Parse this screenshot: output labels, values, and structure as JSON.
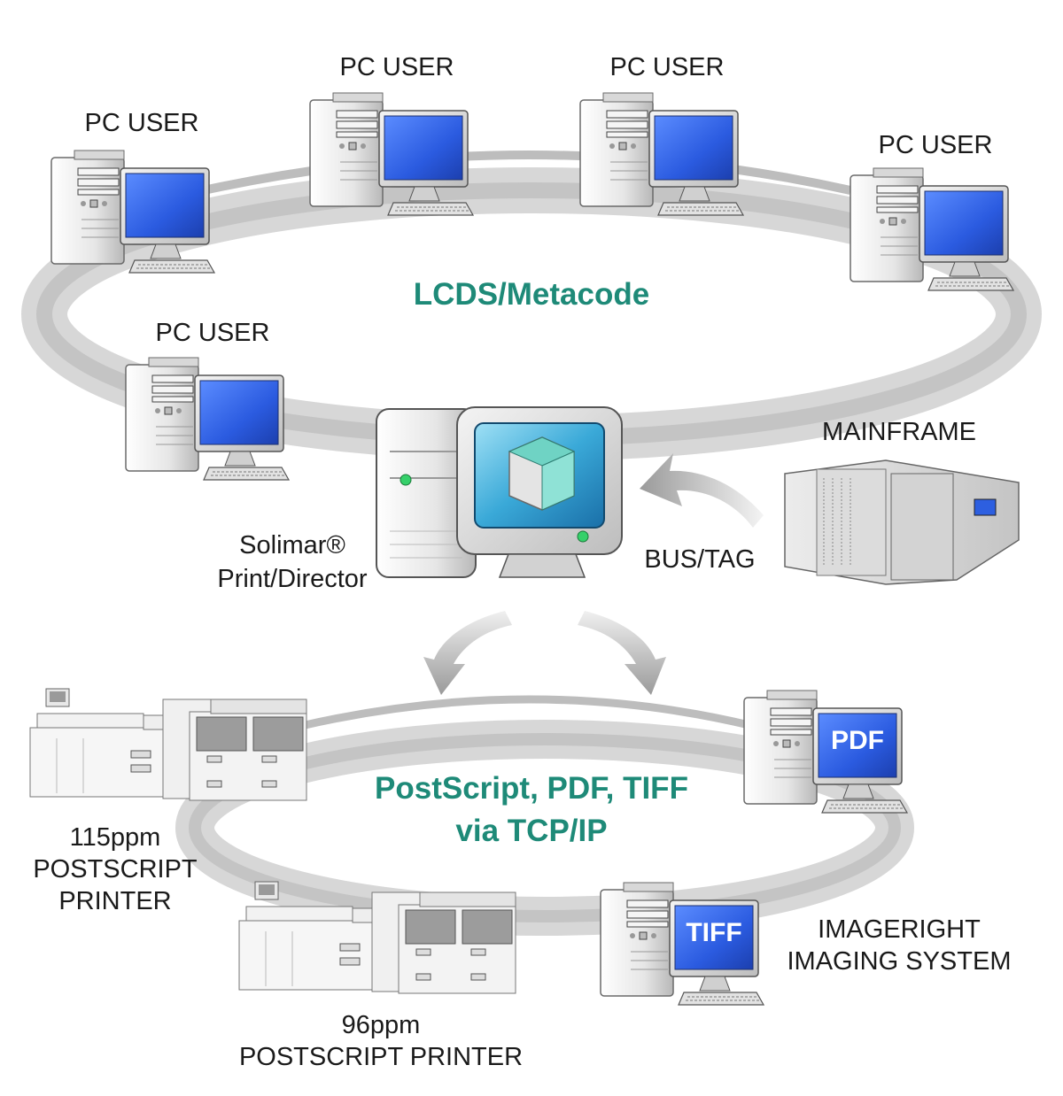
{
  "networks": {
    "top": "LCDS/Metacode",
    "bottom_line1": "PostScript, PDF, TIFF",
    "bottom_line2": "via TCP/IP"
  },
  "pc_users": [
    {
      "label": "PC USER"
    },
    {
      "label": "PC USER"
    },
    {
      "label": "PC USER"
    },
    {
      "label": "PC USER"
    },
    {
      "label": "PC USER"
    }
  ],
  "server": {
    "line1": "Solimar®",
    "line2": "Print/Director"
  },
  "mainframe": {
    "label": "MAINFRAME",
    "link": "BUS/TAG"
  },
  "printer_115": {
    "line1": "115ppm",
    "line2": "POSTSCRIPT",
    "line3": "PRINTER"
  },
  "printer_96": {
    "line1": "96ppm",
    "line2": "POSTSCRIPT PRINTER"
  },
  "imaging": {
    "line1": "IMAGERIGHT",
    "line2": "IMAGING SYSTEM"
  },
  "screens": {
    "pdf": "PDF",
    "tiff": "TIFF"
  },
  "colors": {
    "network_text": "#1e8a78",
    "ring": "#c9c9c9",
    "screen_blue": "#2d5fe0"
  },
  "icons": [
    "pc-icon",
    "server-icon",
    "mainframe-icon",
    "printer-icon",
    "arrow-icon"
  ]
}
